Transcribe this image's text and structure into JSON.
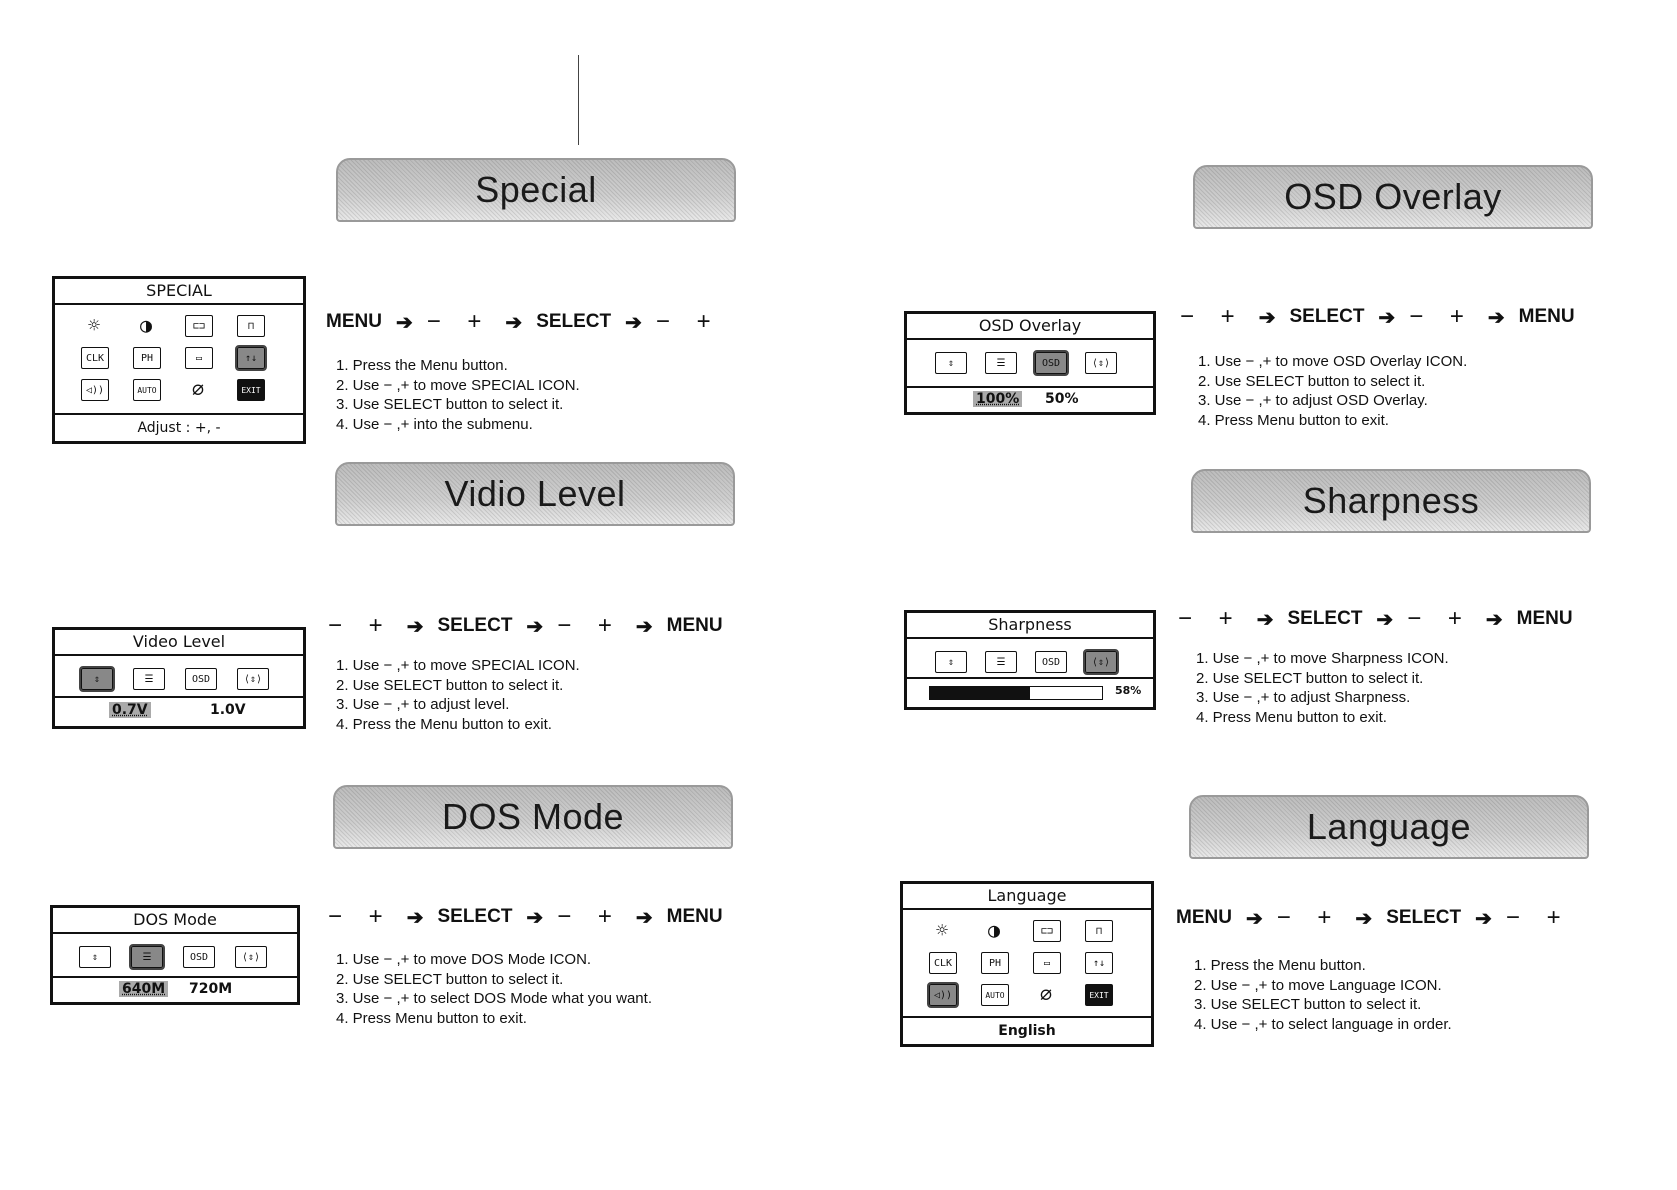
{
  "sections": {
    "special": {
      "banner": "Special",
      "osd_title": "SPECIAL",
      "osd_footer": "Adjust : +, -",
      "flow": [
        "MENU",
        "→",
        "− +",
        "→",
        "SELECT",
        "→",
        "− +"
      ],
      "steps": [
        "1. Press the Menu button.",
        "2. Use − ,+ to move SPECIAL ICON.",
        "3. Use SELECT button to select it.",
        "4. Use − ,+ into the submenu."
      ],
      "icons": [
        {
          "name": "brightness-icon",
          "glyph": "☼"
        },
        {
          "name": "contrast-icon",
          "glyph": "◑"
        },
        {
          "name": "h-size-icon",
          "glyph": "⊏⊐"
        },
        {
          "name": "v-size-icon",
          "glyph": "⊓"
        },
        {
          "name": "clock-icon",
          "glyph": "CLK"
        },
        {
          "name": "phase-icon",
          "glyph": "PH"
        },
        {
          "name": "screen-icon",
          "glyph": "▭"
        },
        {
          "name": "special-icon",
          "glyph": "↑↓"
        },
        {
          "name": "audio-icon",
          "glyph": "◁))"
        },
        {
          "name": "auto-icon",
          "glyph": "AUTO"
        },
        {
          "name": "language-icon",
          "glyph": "∅"
        },
        {
          "name": "exit-icon",
          "glyph": "EXIT"
        }
      ]
    },
    "video_level": {
      "banner": "Vidio Level",
      "osd_title": "Video Level",
      "values": [
        "0.7V",
        "1.0V"
      ],
      "flow": [
        "− +",
        "→",
        "SELECT",
        "→",
        "− +",
        "→",
        "MENU"
      ],
      "steps": [
        "1. Use − ,+ to move SPECIAL ICON.",
        "2. Use SELECT button to select it.",
        "3. Use − ,+ to adjust level.",
        "4. Press the Menu button to exit."
      ],
      "icons": [
        {
          "name": "video-level-icon",
          "glyph": "⇕"
        },
        {
          "name": "dos-mode-icon",
          "glyph": "☰"
        },
        {
          "name": "osd-icon",
          "glyph": "OSD"
        },
        {
          "name": "sharpness-icon",
          "glyph": "⟨⇕⟩"
        }
      ]
    },
    "dos_mode": {
      "banner": "DOS Mode",
      "osd_title": "DOS Mode",
      "values": [
        "640M",
        "720M"
      ],
      "flow": [
        "− +",
        "→",
        "SELECT",
        "→",
        "− +",
        "→",
        "MENU"
      ],
      "steps": [
        "1. Use − ,+ to move DOS Mode ICON.",
        "2. Use SELECT button to select it.",
        "3. Use − ,+ to select DOS Mode what you want.",
        "4. Press Menu button to exit."
      ],
      "icons": [
        {
          "name": "video-level-icon",
          "glyph": "⇕"
        },
        {
          "name": "dos-mode-icon",
          "glyph": "☰"
        },
        {
          "name": "osd-icon",
          "glyph": "OSD"
        },
        {
          "name": "sharpness-icon",
          "glyph": "⟨⇕⟩"
        }
      ]
    },
    "osd_overlay": {
      "banner": "OSD Overlay",
      "osd_title": "OSD Overlay",
      "values": [
        "100%",
        "50%"
      ],
      "flow": [
        "− +",
        "→",
        "SELECT",
        "→",
        "− +",
        "→",
        "MENU"
      ],
      "steps": [
        "1. Use − ,+ to move OSD Overlay ICON.",
        "2. Use SELECT button to select it.",
        "3. Use − ,+ to adjust OSD Overlay.",
        "4. Press Menu button to exit."
      ],
      "icons": [
        {
          "name": "video-level-icon",
          "glyph": "⇕"
        },
        {
          "name": "dos-mode-icon",
          "glyph": "☰"
        },
        {
          "name": "osd-icon",
          "glyph": "OSD"
        },
        {
          "name": "sharpness-icon",
          "glyph": "⟨⇕⟩"
        }
      ]
    },
    "sharpness": {
      "banner": "Sharpness",
      "osd_title": "Sharpness",
      "level_text": "58%",
      "level": 0.58,
      "flow": [
        "− +",
        "→",
        "SELECT",
        "→",
        "− +",
        "→",
        "MENU"
      ],
      "steps": [
        "1. Use − ,+ to move Sharpness ICON.",
        "2. Use SELECT button to select it.",
        "3. Use − ,+ to adjust Sharpness.",
        "4. Press Menu button to exit."
      ],
      "icons": [
        {
          "name": "video-level-icon",
          "glyph": "⇕"
        },
        {
          "name": "dos-mode-icon",
          "glyph": "☰"
        },
        {
          "name": "osd-icon",
          "glyph": "OSD"
        },
        {
          "name": "sharpness-icon",
          "glyph": "⟨⇕⟩"
        }
      ]
    },
    "language": {
      "banner": "Language",
      "osd_title": "Language",
      "osd_footer": "English",
      "flow": [
        "MENU",
        "→",
        "− +",
        "→",
        "SELECT",
        "→",
        "− +"
      ],
      "steps": [
        "1. Press the Menu button.",
        "2. Use − ,+ to move Language ICON.",
        "3. Use SELECT button to select it.",
        "4. Use − ,+ to select language in order."
      ],
      "icons": [
        {
          "name": "brightness-icon",
          "glyph": "☼"
        },
        {
          "name": "contrast-icon",
          "glyph": "◑"
        },
        {
          "name": "h-size-icon",
          "glyph": "⊏⊐"
        },
        {
          "name": "v-size-icon",
          "glyph": "⊓"
        },
        {
          "name": "clock-icon",
          "glyph": "CLK"
        },
        {
          "name": "phase-icon",
          "glyph": "PH"
        },
        {
          "name": "screen-icon",
          "glyph": "▭"
        },
        {
          "name": "special-icon",
          "glyph": "↑↓"
        },
        {
          "name": "audio-icon",
          "glyph": "◁))"
        },
        {
          "name": "auto-icon",
          "glyph": "AUTO"
        },
        {
          "name": "language-icon",
          "glyph": "∅"
        },
        {
          "name": "exit-icon",
          "glyph": "EXIT"
        }
      ]
    }
  }
}
